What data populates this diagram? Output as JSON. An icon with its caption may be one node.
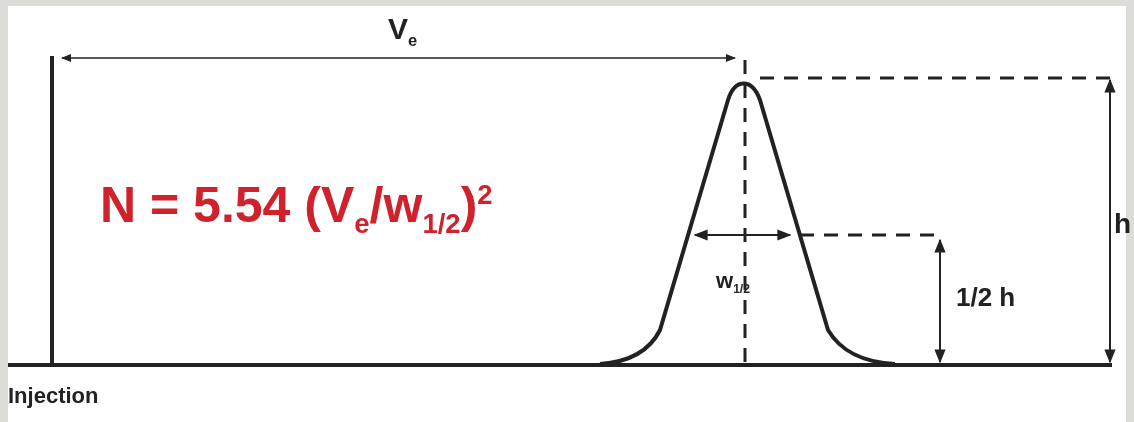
{
  "diagram": {
    "labels": [
      "V$_{e}$",
      "N = 5.54 (V$_{e}$/w$_{1/2}$)$^{2}$",
      "h",
      "w$_{1/2}$",
      "1/2 h",
      "Injection"
    ]
  }
}
